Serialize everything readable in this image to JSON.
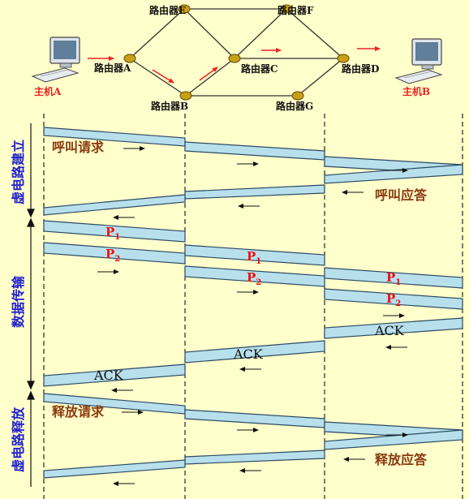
{
  "colors": {
    "background": "#ffffcc",
    "band_fill": "#b8e0ec",
    "band_stroke": "#2c4a66",
    "router": "#c8a018",
    "link": "#333333",
    "flow_arrow": "#ee2222",
    "host_label": "#ee2222",
    "phase_label": "#2222cc",
    "message_label": "#8b3a0f",
    "packet_label": "#ee1111",
    "ack_label": "#111111"
  },
  "network": {
    "routers": {
      "a": "路由器A",
      "b": "路由器B",
      "c": "路由器C",
      "d": "路由器D",
      "e": "路由器E",
      "f": "路由器F",
      "g": "路由器G"
    },
    "hosts": {
      "a": "主机A",
      "b": "主机B"
    }
  },
  "phases": {
    "setup": "虚电路建立",
    "transfer": "数据传输",
    "release": "虚电路释放"
  },
  "messages": {
    "call_request": "呼叫请求",
    "call_accept": "呼叫应答",
    "release_request": "释放请求",
    "release_accept": "释放应答"
  },
  "packets": {
    "p1_letter": "P",
    "p1_sub": "1",
    "p2_letter": "P",
    "p2_sub": "2",
    "ack": "ACK"
  }
}
